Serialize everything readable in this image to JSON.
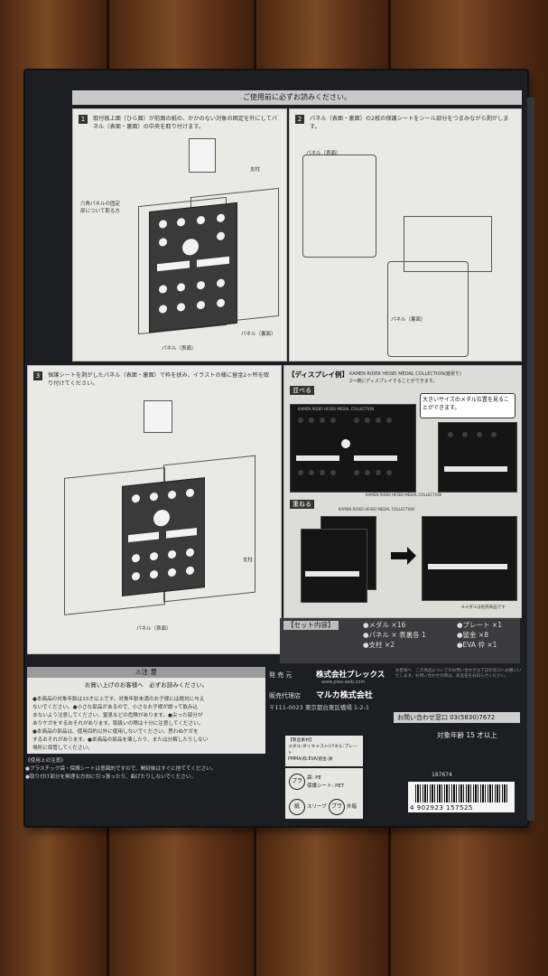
{
  "booklet": {
    "banner": "ご使用前に必ずお読みください。",
    "steps": [
      {
        "number": "1",
        "text": "取付板上面（ひら面）が前面の紙の、かかのない対象の固定を外にしてパネル（表面・裏面）の中央を取り付けます。",
        "callouts": [
          "六角パネルの固定部について取る方",
          "支柱",
          "パネル（表面）",
          "パネル（裏面）"
        ]
      },
      {
        "number": "2",
        "text": "パネル（表面・裏面）の2枚の保護シートをシール部分をつまみながら剥がします。",
        "callouts": [
          "パネル（表面）",
          "パネル（裏面）"
        ]
      },
      {
        "number": "3",
        "text": "保護シートを剥がしたパネル（表面・裏面）で枠を挟み、イラストの様に留金2ヶ所を取り付けてください。",
        "callouts": [
          "支柱",
          "パネル（表面）"
        ]
      }
    ],
    "display": {
      "title": "【ディスプレイ例】",
      "subtitle": "KAMEN RIDER HEISEI MEDAL COLLECTION(雑祝り)",
      "subtitle2": "2〜横にディスプレイすることができます。",
      "mode_line": "並べる",
      "mode_stack": "重ねる",
      "bubble": "大きいサイズのメダル位置を見ることができます。",
      "collection_label": "KAMEN RIDER HEISEI MEDAL COLLECTION",
      "note": "※メダルは別売商品です"
    },
    "set_contents": {
      "header": "【セット内容】",
      "items": [
        "●メダル ×16",
        "●パネル × 表裏各 1",
        "●支柱 ×2",
        "●プレート ×1",
        "●留金 ×8",
        "●EVA 枠 ×1"
      ]
    },
    "caution": {
      "title": "⚠注 意",
      "subtitle": "お買い上げのお客様へ　必ずお読みください。",
      "lines": [
        "●本商品の対象年齢は15才以上です。対象年齢未満のお子様には絶対に与え",
        "ないでください。●小さな部品があるので、小さなお子様が誤って飲み込",
        "まないよう注意してください。窒息などの危険があります。●尖った部分が",
        "ありケガをするおそれがあります。取扱いの際は十分に注意してください。",
        "●本商品の部品は、使用目的以外に使用しないでください。思わぬケガを",
        "するおそれがあります。●本商品の部品を壊したり、または分解したりしない",
        "場所に保管してください。"
      ]
    },
    "usage": {
      "title": "《使用上の注意》",
      "lines": [
        "●プラスチック袋・保護シートは意図的ですので、開封後はすぐに捨ててください。",
        "●取り付け部分を無理な方向に引っ張ったり、曲げたりしないでください。"
      ]
    },
    "maker": {
      "label": "発 売 元",
      "name": "株式会社プレックス",
      "url": "www.plex-web.com"
    },
    "seller": {
      "label": "販売代理店",
      "name": "マルカ株式会社",
      "address": "〒111-0023 東京都台東区橋場 1-2-1"
    },
    "inquiry": {
      "text": "お客様へ　この商品についてのお問い合わせは下記の窓口へお願いいたします。お問い合わせの際は、商品名をお知らせください。",
      "contact": "お問い合わせ窓口 03(5830)7672"
    },
    "age": "対象年齢 15 才以上",
    "materials": {
      "lines": [
        "【製品素材】",
        "メダル:ダイキャスト/パネル:プレート",
        "PMMA/枠:EVA/留金:鉄"
      ]
    },
    "recycle": {
      "bag": "袋: PE",
      "sheet": "保護シート: PET",
      "sleeve": "スリーブ",
      "outer": "外箱",
      "mark_plastic": "プラ",
      "mark_paper": "紙"
    },
    "product_code": "187674",
    "barcode_number": "4 902923 157525"
  }
}
